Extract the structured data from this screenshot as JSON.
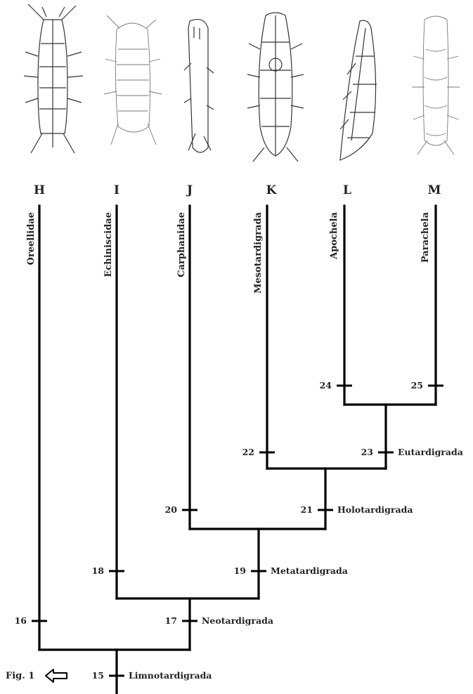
{
  "tips": [
    {
      "letter": "H",
      "taxon": "Oreellidae",
      "icon": "tardigrade-oreellid"
    },
    {
      "letter": "I",
      "taxon": "Echiniscidae",
      "icon": "tardigrade-echiniscid"
    },
    {
      "letter": "J",
      "taxon": "Carphanidae",
      "icon": "tardigrade-carphanid"
    },
    {
      "letter": "K",
      "taxon": "Mesotardigrada",
      "icon": "tardigrade-mesotardigrade"
    },
    {
      "letter": "L",
      "taxon": "Apochela",
      "icon": "tardigrade-apochelan"
    },
    {
      "letter": "M",
      "taxon": "Parachela",
      "icon": "tardigrade-parachelan"
    }
  ],
  "nodes": [
    {
      "num": "15",
      "clade": "Limnotardigrada"
    },
    {
      "num": "16",
      "clade": ""
    },
    {
      "num": "17",
      "clade": "Neotardigrada"
    },
    {
      "num": "18",
      "clade": ""
    },
    {
      "num": "19",
      "clade": "Metatardigrada"
    },
    {
      "num": "20",
      "clade": ""
    },
    {
      "num": "21",
      "clade": "Holotardigrada"
    },
    {
      "num": "22",
      "clade": ""
    },
    {
      "num": "23",
      "clade": "Eutardigrada"
    },
    {
      "num": "24",
      "clade": ""
    },
    {
      "num": "25",
      "clade": ""
    }
  ],
  "figure": {
    "label": "Fig. 1",
    "arrow_icon": "left-arrow-icon"
  }
}
